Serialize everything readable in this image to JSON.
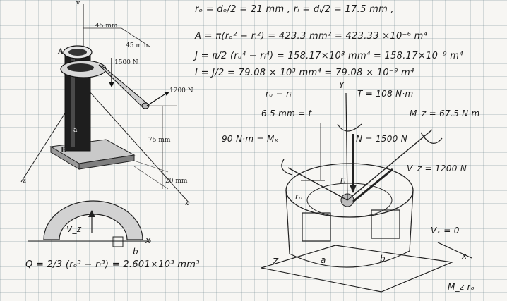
{
  "figure": {
    "dims": {
      "d45a": "45 mm",
      "d45b": "45 mm",
      "d75": "75 mm",
      "d20": "20 mm"
    },
    "loads": {
      "p1500": "1500 N",
      "p1200": "1200 N"
    },
    "points": {
      "A": "A",
      "B": "B",
      "a": "a",
      "b": "b"
    },
    "axes": {
      "x": "x",
      "y": "y",
      "z": "z"
    }
  },
  "equations": {
    "radii": "rₒ = dₒ/2 = 21 mm ,  rᵢ = dᵢ/2 = 17.5 mm ,",
    "area": "A = π(rₒ² − rᵢ²) = 423.3 mm² = 423.33 ×10⁻⁶ m⁴",
    "polar": "J = π/2 (rₒ⁴ − rᵢ⁴) = 158.17×10³ mm⁴ = 158.17×10⁻⁹ m⁴",
    "inertia": "I = J/2 = 79.08 × 10³ mm⁴ = 79.08 × 10⁻⁹ m⁴",
    "q": "Q = 2/3 (rₒ³ − rᵢ³) = 2.601×10³ mm³"
  },
  "sketch": {
    "ro_minus_ri": "rₒ − rᵢ",
    "thickness": "6.5 mm = t",
    "torque": "T = 108 N·m",
    "mz": "M_z = 67.5 N·m",
    "mx": "90 N·m = Mₓ",
    "n": "N = 1500 N",
    "vz": "V_z = 1200 N",
    "vx": "Vₓ = 0",
    "y_axis": "Y",
    "x_axis": "x",
    "z_axis": "Z",
    "ri": "rᵢ",
    "ro": "rₒ",
    "a": "a",
    "b": "b",
    "mzro": "M_z rₒ"
  },
  "semicircle": {
    "vz": "V_z",
    "x": "x",
    "b": "b"
  }
}
